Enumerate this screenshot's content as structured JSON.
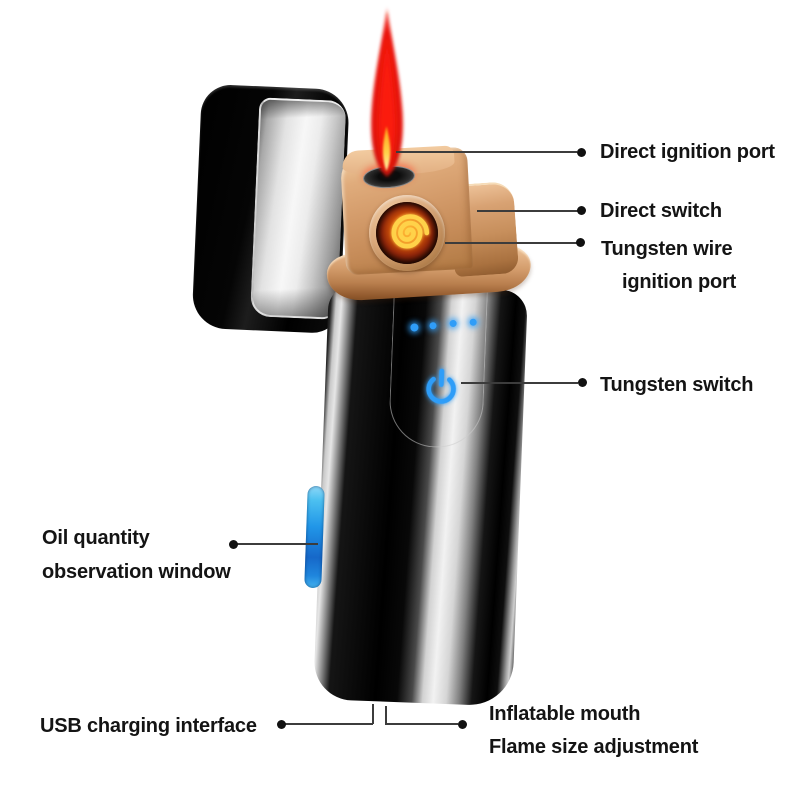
{
  "callouts": {
    "direct_ignition_port": "Direct ignition port",
    "direct_switch": "Direct switch",
    "tungsten_wire_line1": "Tungsten wire",
    "tungsten_wire_line2": "ignition port",
    "tungsten_switch": "Tungsten switch",
    "oil_window_line1": "Oil quantity",
    "oil_window_line2": "observation window",
    "usb_charging_interface": "USB charging interface",
    "inflatable_mouth_line1": "Inflatable mouth",
    "inflatable_mouth_line2": "Flame size adjustment"
  },
  "indicators": {
    "battery_dot_count": 4
  },
  "icons": {
    "power_icon": "glowing-blue-power-symbol",
    "tungsten_coil_icon": "glowing-yellow-spiral-coil",
    "flame_icon": "red-jet-flame",
    "oil_window_icon": "blue-fuel-level-capsule"
  },
  "colors": {
    "accent_blue": "#2f9df8",
    "gold_metal": "#d7a173",
    "flame_red": "#e51408",
    "coil_glow_yellow": "#ffd24a",
    "oil_window_blue": "#2196e8",
    "label_text": "#141414",
    "callout_line": "#3c3c3c"
  }
}
